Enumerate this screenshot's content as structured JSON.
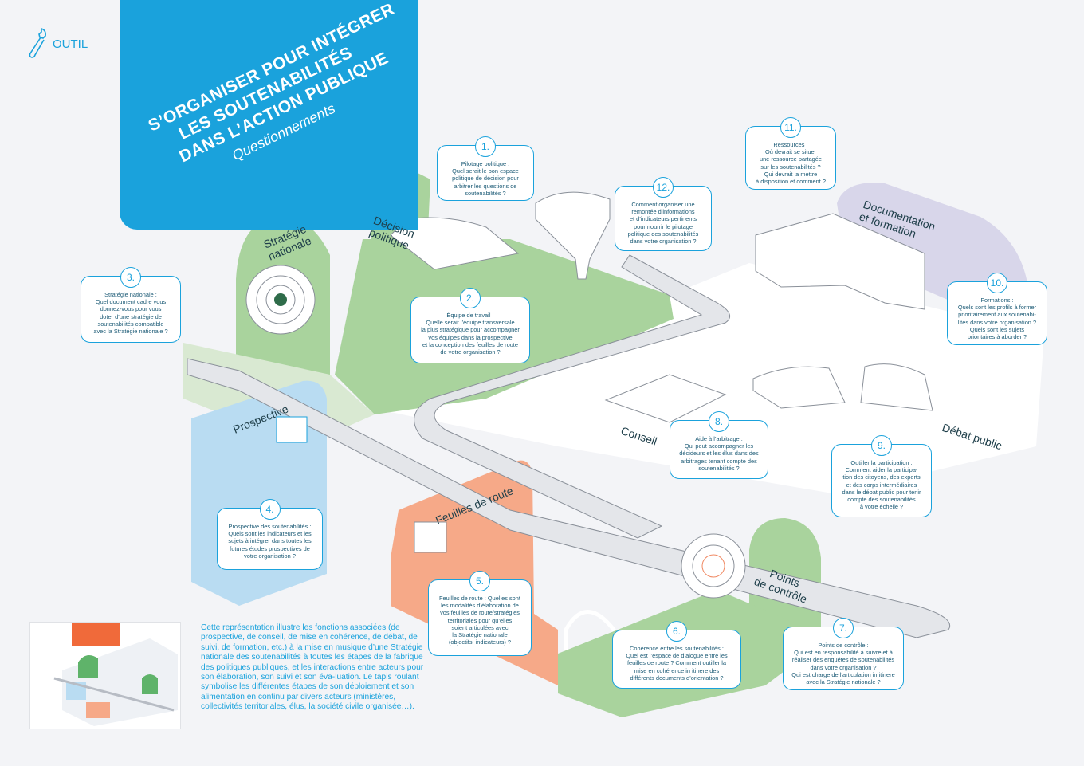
{
  "header": {
    "tool_label": "OUTIL",
    "title_lines": [
      "S’ORGANISER POUR INTÉGRER",
      "LES SOUTENABILITÉS",
      "DANS L’ACTION PUBLIQUE"
    ],
    "subtitle": "Questionnements"
  },
  "zones": {
    "strategie": "Stratégie\nnationale",
    "decision": "Décision\npolitique",
    "documentation": "Documentation\net formation",
    "prospective": "Prospective",
    "feuilles": "Feuilles de route",
    "conseil": "Conseil",
    "debat": "Débat public",
    "points": "Points\nde contrôle"
  },
  "questions": [
    {
      "num": "1.",
      "text": "Pilotage politique :\nQuel serait le bon espace\npolitique de décision pour\narbitrer les questions de\nsoutenabilités ?"
    },
    {
      "num": "2.",
      "text": "Équipe de travail :\nQuelle serait l’équipe transversale\nla plus stratégique pour accompagner\nvos équipes dans la prospective\net la conception des feuilles de route\nde votre organisation ?"
    },
    {
      "num": "3.",
      "text": "Stratégie nationale :\nQuel document cadre vous\ndonnez-vous pour vous\ndoter d’une stratégie de\nsoutenabilités compatible\navec la Stratégie nationale ?"
    },
    {
      "num": "4.",
      "text": "Prospective des soutenabilités :\nQuels sont les indicateurs et les\nsujets à intégrer dans toutes les\nfutures études prospectives de\nvotre organisation ?"
    },
    {
      "num": "5.",
      "text": "Feuilles de route : Quelles sont\nles modalités d’élaboration de\nvos feuilles de route/stratégies\nterritoriales pour qu’elles\nsoient articulées avec\nla Stratégie nationale\n(objectifs, indicateurs) ?"
    },
    {
      "num": "6.",
      "text": "Cohérence entre les soutenabilités :\nQuel est l’espace de dialogue entre les\nfeuilles de route ? Comment outiller la\nmise en cohérence in itinere des\ndifférents documents d’orientation ?"
    },
    {
      "num": "7.",
      "text": "Points de contrôle :\nQui est en responsabilité à suivre et à\nréaliser des enquêtes de soutenabilités\ndans votre organisation ?\nQui est charge de l’articulation in itinere\navec la Stratégie nationale ?"
    },
    {
      "num": "8.",
      "text": "Aide à l’arbitrage :\nQui peut accompagner les\ndécideurs et les élus dans des\narbitrages tenant compte des\nsoutenabilités ?"
    },
    {
      "num": "9.",
      "text": "Outiller la participation :\nComment aider la participa-\ntion des citoyens, des experts\net des corps intermédiaires\ndans le débat public pour tenir\ncompte des soutenabilités\nà votre échelle ?"
    },
    {
      "num": "10.",
      "text": "Formations :\nQuels sont les profils à former\nprioritairement aux soutenabi-\nlités dans votre organisation ?\nQuels sont les sujets\nprioritaires à aborder ?"
    },
    {
      "num": "11.",
      "text": "Ressources :\nOù devrait se situer\nune ressource partagée\nsur les soutenabilités ?\nQui devrait la mettre\nà disposition et comment ?"
    },
    {
      "num": "12.",
      "text": "Comment organiser une\nremontée d’informations\net d’indicateurs pertinents\npour nourrir le pilotage\npolitique des soutenabilités\ndans votre organisation ?"
    }
  ],
  "description": "Cette représentation illustre les fonctions associées (de prospective, de conseil, de mise en cohérence, de débat, de suivi, de formation, etc.) à la mise en musique d’une Stratégie nationale des soutenabilités à toutes les étapes de la fabrique des politiques publiques, et les interactions entre acteurs pour son élaboration, son suivi et son éva-luation. Le tapis roulant symbolise les différentes étapes de son déploiement et son alimentation en continu par divers acteurs (ministères, collectivités territoriales, élus, la société civile organisée…).",
  "colors": {
    "blue": "#1aa2dc",
    "green": "#a9d39d",
    "light_blue": "#b9dcf2",
    "orange": "#f6a988",
    "lavender": "#d8d6ea",
    "belt": "#e4e6ea"
  }
}
